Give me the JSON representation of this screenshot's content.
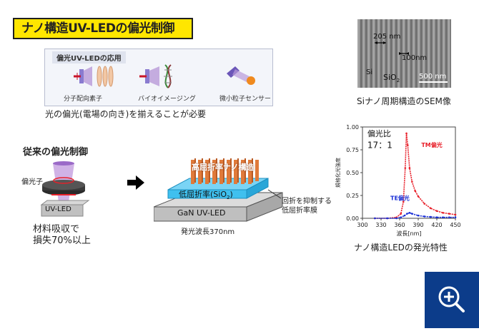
{
  "title": "ナノ構造UV-LEDの偏光制御",
  "applications": {
    "heading": "偏光UV-LEDの応用",
    "items": [
      {
        "label": "分子配向素子"
      },
      {
        "label": "バイオイメージング"
      },
      {
        "label": "微小粒子センサー"
      }
    ],
    "note": "光の偏光(電場の向き)を揃えることが必要"
  },
  "sem": {
    "label_205": "205 nm",
    "label_100": "100nm",
    "label_si": "Si",
    "label_sio2": "SiO",
    "label_sio2_sub": "2",
    "scale": "500 nm",
    "caption": "Siナノ周期構造のSEM像"
  },
  "conventional": {
    "heading": "従来の偏光制御",
    "polarizer": "偏光子",
    "led": "UV-LED",
    "note_line1": "材料吸収で",
    "note_line2": "損失70%以上"
  },
  "nano": {
    "high_index": "高屈折率ナノ構造",
    "low_index": "低屈折率(SiO",
    "low_index_sub": "2",
    "low_index_end": ")",
    "gan": "GaN UV-LED",
    "wavelength": "発光波長370nm",
    "refl_line1": "回折を抑制する",
    "refl_line2": "低屈折率膜"
  },
  "chart_data": {
    "type": "line",
    "ylabel": "規格化光強度",
    "xlabel": "波長[nm]",
    "xlim": [
      300,
      450
    ],
    "ylim": [
      0,
      1
    ],
    "x_ticks": [
      "300",
      "330",
      "360",
      "390",
      "420",
      "450"
    ],
    "y_ticks": [
      "0.00",
      "0.25",
      "0.50",
      "0.75",
      "1.00"
    ],
    "annotation_line1": "偏光比",
    "annotation_line2": "17：1",
    "series": [
      {
        "name": "TM偏光",
        "color": "#e8202a",
        "x": [
          320,
          340,
          355,
          362,
          366,
          369,
          371,
          373,
          376,
          380,
          385,
          390,
          400,
          410,
          420,
          430,
          440,
          450
        ],
        "y": [
          0.0,
          0.0,
          0.01,
          0.05,
          0.18,
          0.55,
          0.93,
          0.8,
          0.55,
          0.4,
          0.3,
          0.24,
          0.16,
          0.11,
          0.08,
          0.06,
          0.05,
          0.04
        ]
      },
      {
        "name": "TE偏光",
        "color": "#1a2fd6",
        "x": [
          320,
          340,
          355,
          362,
          368,
          372,
          376,
          380,
          390,
          400,
          410,
          420,
          430,
          440,
          450
        ],
        "y": [
          0.0,
          0.0,
          0.0,
          0.01,
          0.03,
          0.05,
          0.06,
          0.05,
          0.03,
          0.02,
          0.015,
          0.01,
          0.01,
          0.01,
          0.01
        ]
      }
    ],
    "caption": "ナノ構造LEDの発光特性"
  },
  "colors": {
    "title_bg": "#ffe600",
    "accent_blue": "#0c3c8a",
    "tm": "#e8202a",
    "te": "#1a2fd6",
    "nano_orange": "#e07a3a",
    "low_index": "#3fc0ef"
  },
  "zoom_icon": "zoom-in-icon"
}
